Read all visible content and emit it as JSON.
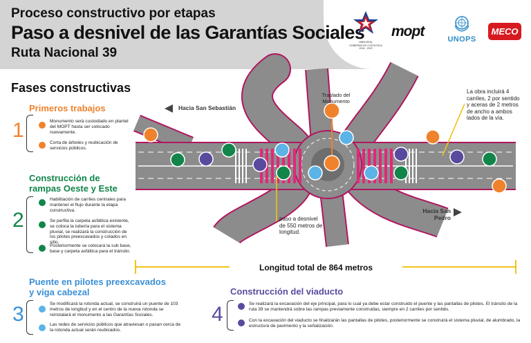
{
  "header": {
    "superscript": "Proceso constructivo por etapas",
    "title": "Paso a desnivel de las Garantías Sociales",
    "subtitle": "Ruta Nacional 39"
  },
  "logos": {
    "cr_text": [
      "OBRA REAL",
      "GOBIERNO DE COSTA RICA",
      "2018 - 2022"
    ],
    "mopt": "mopt",
    "unops": "UNOPS",
    "meco": "MECO"
  },
  "phases_title": "Fases constructivas",
  "phases": [
    {
      "number": "1",
      "title": "Primeros trabajos",
      "items": [
        "Monumento será custodiado en plantel del MOPT hasta ser colocado nuevamente.",
        "Corta de árboles y reubicación de servicios públicos."
      ]
    },
    {
      "number": "2",
      "title": "Construcción de rampas Oeste y Este",
      "items": [
        "Habilitación de carriles centrales para mantener el flujo durante la etapa constructiva.",
        "Se perfila la carpeta asfáltica existente, se coloca la tubería para el sistema pluvial, se realizará la construcción de los pilotes preexcavados y colados en sitio.",
        "Posteriormente se colocará la sub base, base y carpeta asfáltica para el tránsito."
      ]
    },
    {
      "number": "3",
      "title": "Puente en pilotes preexcavados y viga cabezal",
      "items": [
        "Se modificará la rotonda actual, se construirá un puente de 103 metros de longitud y en el centro de la nueva rotonda se reinstalará el monumento a las Garantías Sociales.",
        "Las redes de servicios públicos que atraviesan o pasan cerca de la rotonda actual serán reubicados."
      ]
    },
    {
      "number": "4",
      "title": "Construcción del viaducto",
      "items": [
        "Se realizará la excavación del eje principal, para lo cual ya debe estar construido el puente y las pantallas de pilotes. El tránsito de la ruta 39 se mantendrá sobre las rampas previamente construidas, siempre en 2 carriles por sentido.",
        "Con la excavación del viaducto se finalizarán las pantallas de pilotes, posteriormente se construirá el sistema pluvial, de alumbrado, la estructura de pavimento y la señalización."
      ]
    }
  ],
  "map": {
    "monument_label": "Traslado del Monumento",
    "lanes_note": "La obra incluirá 4 carriles, 2 por sentido y aceras de 2 metros de ancho a ambos lados de la vía.",
    "underpass_note": "paso a desnivel de 550 metros de longitud.",
    "dir_west": "Hacia San Sebastián",
    "dir_east": "Hacia San Pedro",
    "total_length": "Longitud total de 864 metros"
  },
  "colors": {
    "orange": "#f0822c",
    "green": "#11854a",
    "blue": "#5bb4e5",
    "purple": "#5a4a9e",
    "road": "#8c8c8c",
    "road_edge": "#b0165f",
    "crossing": "#e0287a"
  }
}
